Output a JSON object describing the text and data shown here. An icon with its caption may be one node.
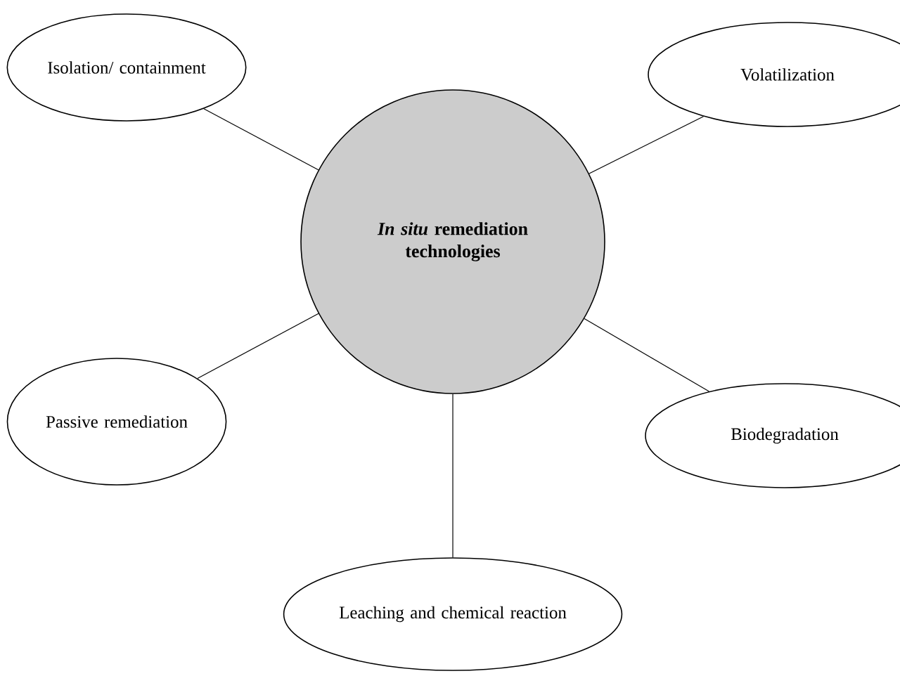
{
  "diagram": {
    "nodes": [
      {
        "text": [
          "*In situ* remediation technologies"
        ]
      },
      {
        "text": [
          "Isolation/ containment"
        ]
      },
      {
        "text": [
          "Volatilization"
        ]
      },
      {
        "text": [
          "Passive remediation"
        ]
      },
      {
        "text": [
          "Biodegradation"
        ]
      },
      {
        "text": [
          "Leaching and chemical reaction"
        ]
      }
    ],
    "edges": [
      {
        "from": 0,
        "to": 1,
        "arrow": "none"
      },
      {
        "from": 0,
        "to": 2,
        "arrow": "none"
      },
      {
        "from": 0,
        "to": 3,
        "arrow": "none"
      },
      {
        "from": 0,
        "to": 4,
        "arrow": "none"
      },
      {
        "from": 0,
        "to": 5,
        "arrow": "none"
      }
    ]
  }
}
